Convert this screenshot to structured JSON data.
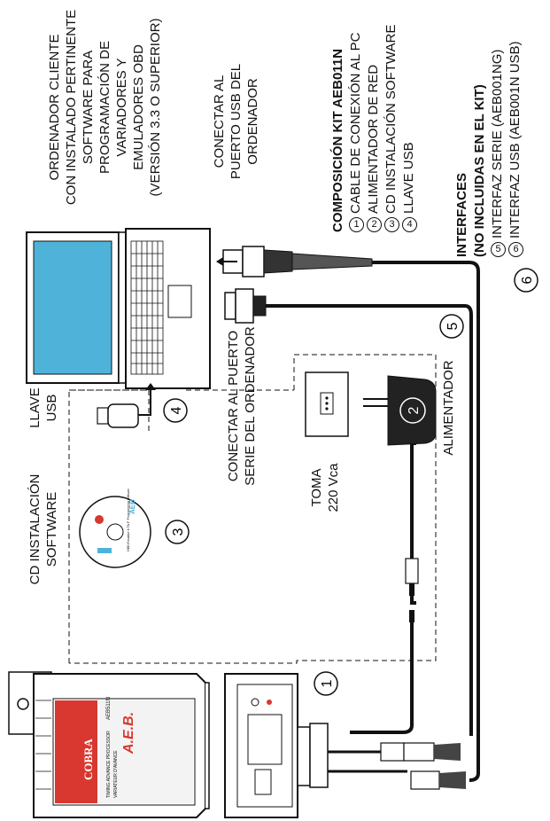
{
  "labels": {
    "computer": [
      "ORDENADOR CLIENTE",
      "CON INSTALADO PERTINENTE",
      "SOFTWARE PARA",
      "PROGRAMACIÓN DE",
      "VARIADORES Y",
      "EMULADORES OBD",
      "(VERSIÓN 3.3 O SUPERIOR)"
    ],
    "usb_port": [
      "CONECTAR AL",
      "PUERTO USB DEL",
      "ORDENADOR"
    ],
    "serial_port": [
      "CONECTAR AL PUERTO",
      "SERIE DEL ORDENADOR"
    ],
    "cd": [
      "CD INSTALACIÓN",
      "SOFTWARE"
    ],
    "usb_key": [
      "LLAVE",
      "USB"
    ],
    "socket": [
      "TOMA",
      "220 Vca"
    ],
    "power_supply": "ALIMENTADOR"
  },
  "kit": {
    "title": "COMPOSICIÓN KIT AEB011N",
    "items": [
      {
        "num": "1",
        "text": "CABLE DE CONEXIÓN AL PC"
      },
      {
        "num": "2",
        "text": "ALIMENTADOR DE RED"
      },
      {
        "num": "3",
        "text": "CD INSTALACIÓN SOFTWARE"
      },
      {
        "num": "4",
        "text": "LLAVE USB"
      }
    ]
  },
  "interfaces": {
    "title1": "INTERFACES",
    "title2": "(NO INCLUIDAS EN EL KIT)",
    "items": [
      {
        "num": "5",
        "text": "INTERFAZ SERIE",
        "code": " (AEB001NG)"
      },
      {
        "num": "6",
        "text": "INTERFAZ USB",
        "code": " (AEB001N USB)"
      }
    ]
  },
  "callouts": [
    "1",
    "2",
    "3",
    "4",
    "5",
    "6"
  ],
  "device": {
    "brand": "COBRA",
    "logo": "A.E.B.",
    "model": "AEB511N",
    "sub1": "TIMING ADVANCE PROCESSOR",
    "sub2": "VARIATEUR D'AVANCE"
  },
  "cd_disc": {
    "brand": "AEB",
    "text": "OBD Emulator & TA.P. Programming software"
  },
  "colors": {
    "device_red": "#d8382f",
    "screen": "#4fb3d9",
    "line": "#111111"
  }
}
